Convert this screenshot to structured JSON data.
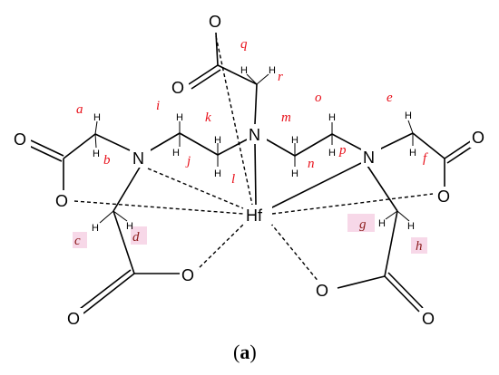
{
  "figure": {
    "caption_open": "(",
    "caption_letter": "a",
    "caption_close": ")",
    "metal": "Hf",
    "nitrogen": "N",
    "oxygen": "O",
    "hydrogen": "H",
    "colors": {
      "metal": "#c8903c",
      "proton_label": "#e8101a",
      "proton_label_alt": "#8b1a1a",
      "highlight": "#f7d8e8"
    },
    "proton_labels": [
      "a",
      "b",
      "c",
      "d",
      "e",
      "f",
      "g",
      "h",
      "i",
      "j",
      "k",
      "l",
      "m",
      "n",
      "o",
      "p",
      "q",
      "r"
    ]
  }
}
